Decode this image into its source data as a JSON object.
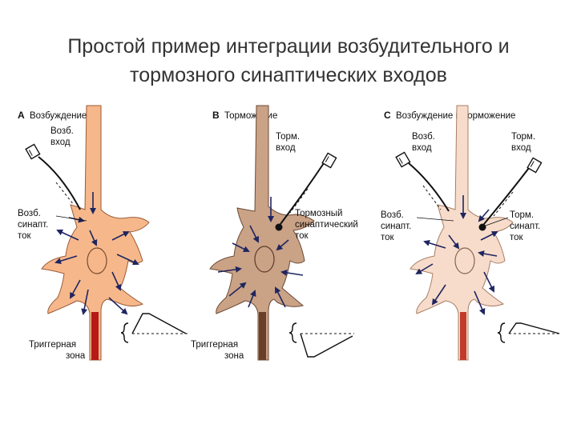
{
  "title": {
    "line1": "Простой пример интеграции возбудительного и",
    "line2": "тормозного синаптических входов"
  },
  "colors": {
    "panel_a_fill": "#f6b88b",
    "panel_b_fill": "#caa286",
    "panel_c_fill": "#f7dccb",
    "trigger_zone": "#b51a17",
    "arrow": "#1f2560"
  },
  "panels": [
    {
      "letter": "A",
      "title": "Возбуждение",
      "input_label": [
        "Возб.",
        "вход"
      ],
      "current_label": [
        "Возб.",
        "синапт.",
        "ток"
      ],
      "trigger_label": [
        "Триггерная",
        "зона"
      ]
    },
    {
      "letter": "B",
      "title": "Торможение",
      "input_label": [
        "Торм.",
        "вход"
      ],
      "current_label": [
        "Тормозный",
        "синаптический",
        "ток"
      ],
      "trigger_label": [
        "Триггерная",
        "зона"
      ]
    },
    {
      "letter": "C",
      "title": "Возбуждение и торможение",
      "exc_input_label": [
        "Возб.",
        "вход"
      ],
      "inh_input_label": [
        "Торм.",
        "вход"
      ],
      "exc_current_label": [
        "Возб.",
        "синапт.",
        "ток"
      ],
      "inh_current_label": [
        "Торм.",
        "синапт.",
        "ток"
      ]
    }
  ]
}
